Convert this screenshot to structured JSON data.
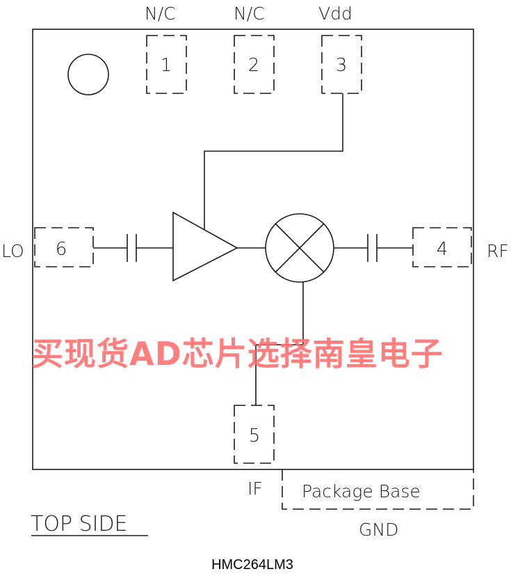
{
  "diagram": {
    "title": "TOP SIDE",
    "part_number": "HMC264LM3",
    "watermark": "买现货AD芯片选择南皇电子",
    "watermark_color": "#ff7070",
    "pins": [
      {
        "number": "1",
        "label": "N/C"
      },
      {
        "number": "2",
        "label": "N/C"
      },
      {
        "number": "3",
        "label": "Vdd"
      },
      {
        "number": "4",
        "label": "RF"
      },
      {
        "number": "5",
        "label": "IF"
      },
      {
        "number": "6",
        "label": "LO"
      }
    ],
    "package_base": {
      "label": "Package Base",
      "net": "GND"
    },
    "components": [
      {
        "type": "capacitor",
        "between": "LO pin 6 and amplifier"
      },
      {
        "type": "amplifier",
        "supply": "Vdd pin 3"
      },
      {
        "type": "mixer"
      },
      {
        "type": "capacitor",
        "between": "mixer and RF pin 4"
      }
    ]
  }
}
